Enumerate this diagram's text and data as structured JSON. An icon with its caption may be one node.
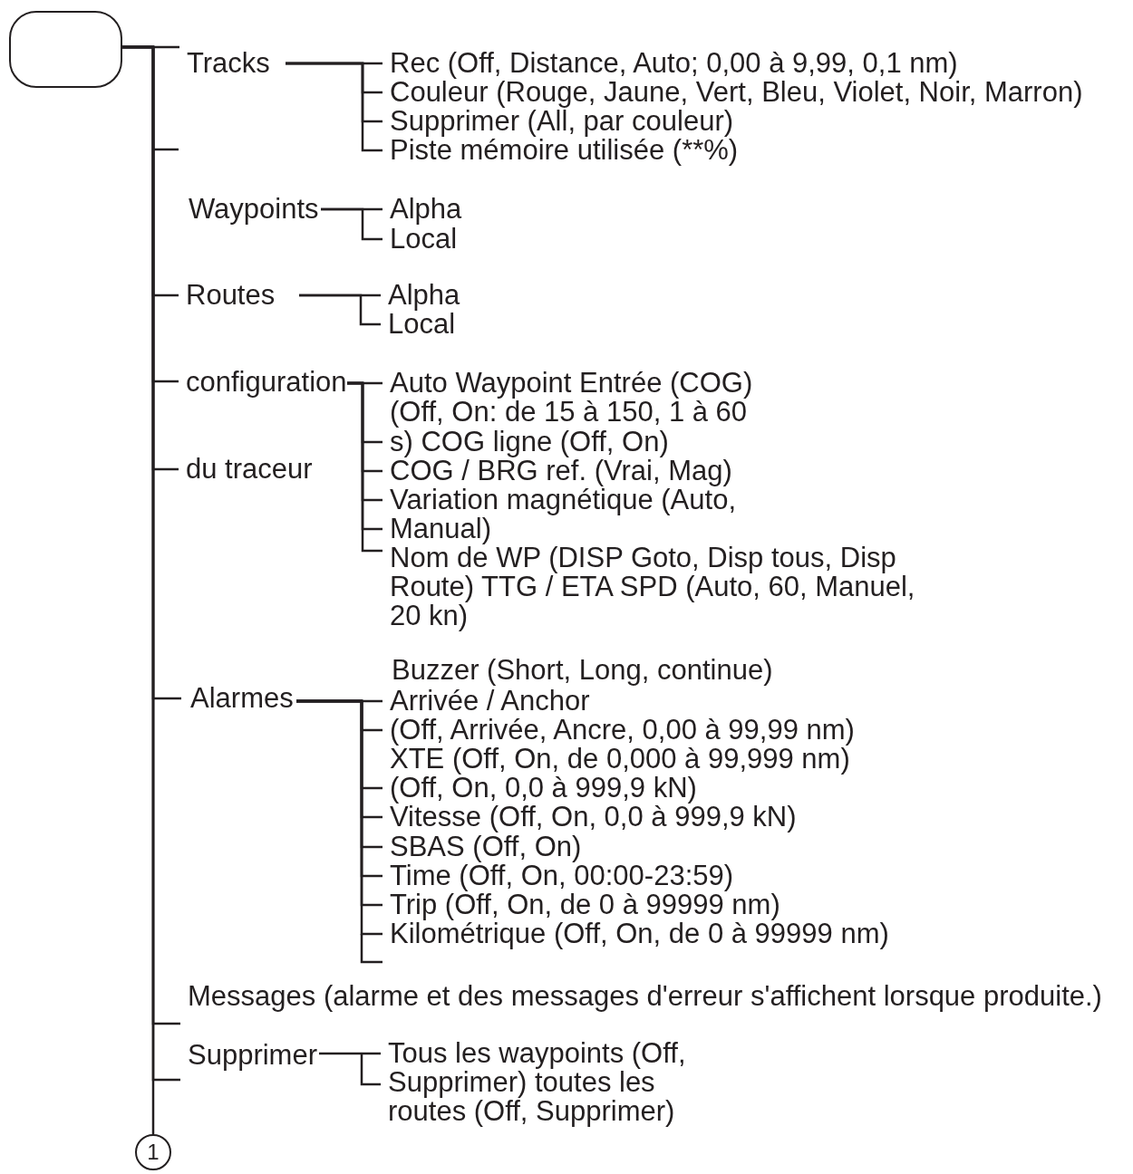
{
  "diagram": {
    "nodes": [
      {
        "text": [],
        "shape": "box"
      },
      {
        "text": [
          "Tracks"
        ]
      },
      {
        "text": [
          "Rec (Off, Distance, Auto; 0,00 à 9,99, 0,1 nm)"
        ]
      },
      {
        "text": [
          "Couleur (Rouge, Jaune, Vert, Bleu, Violet, Noir, Marron)"
        ]
      },
      {
        "text": [
          "Supprimer (All, par couleur)"
        ]
      },
      {
        "text": [
          "Piste mémoire utilisée (**%)"
        ]
      },
      {
        "text": [
          "Waypoints"
        ]
      },
      {
        "text": [
          "Alpha"
        ]
      },
      {
        "text": [
          "Local"
        ]
      },
      {
        "text": [
          "Routes"
        ]
      },
      {
        "text": [
          "Alpha"
        ]
      },
      {
        "text": [
          "Local"
        ]
      },
      {
        "text": [
          "configuration"
        ]
      },
      {
        "text": [
          "du traceur"
        ]
      },
      {
        "text": [
          "Auto Waypoint Entrée (COG) (Off, On: de 15 à 150, 1 à 60"
        ]
      },
      {
        "text": [
          "s) COG ligne (Off, On)"
        ]
      },
      {
        "text": [
          "COG / BRG ref. (Vrai, Mag)"
        ]
      },
      {
        "text": [
          "Variation magnétique (Auto,"
        ]
      },
      {
        "text": [
          "Manual)"
        ]
      },
      {
        "text": [
          "Nom de WP (DISP Goto, Disp tous, Disp Route) TTG / ETA SPD (Auto, 60, Manuel, 20 kn)"
        ]
      },
      {
        "text": [
          "Alarmes"
        ]
      },
      {
        "text": [
          "Arrivée / Anchor"
        ]
      },
      {
        "text": [
          "(Off, Arrivée, Ancre, 0,00 à 99,99 nm) XTE (Off, On, de 0,000 à 99,999 nm)"
        ]
      },
      {
        "text": [
          "(Off, On, 0,0 à 999,9 kN)"
        ]
      },
      {
        "text": [
          "Vitesse (Off, On, 0,0 à 999,9 kN)"
        ]
      },
      {
        "text": [
          "SBAS (Off, On)"
        ]
      },
      {
        "text": [
          "Time (Off, On, 00:00-23:59)"
        ]
      },
      {
        "text": [
          "Trip (Off, On, de 0 à 99999 nm)"
        ]
      },
      {
        "text": [
          "Kilométrique (Off, On, de 0 à 99999 nm)"
        ]
      },
      {
        "text": [
          "Messages (alarme et des messages d'erreur s'affichent lorsque produite.)"
        ]
      },
      {
        "text": [
          "Supprimer"
        ]
      },
      {
        "text": [
          "Tous les waypoints (Off, Supprimer) toutes les routes (Off, Supprimer)"
        ]
      },
      {
        "text": [
          "1"
        ]
      }
    ],
    "edges": [
      {
        "from": 0,
        "to": 1,
        "arrow": "none"
      },
      {
        "from": 0,
        "to": 9,
        "arrow": "none"
      },
      {
        "from": 0,
        "to": 12,
        "arrow": "none"
      },
      {
        "from": 0,
        "to": 13,
        "arrow": "none"
      },
      {
        "from": 0,
        "to": 20,
        "arrow": "none"
      },
      {
        "from": 0,
        "to": 29,
        "arrow": "none"
      },
      {
        "from": 0,
        "to": 30,
        "arrow": "none"
      },
      {
        "from": 0,
        "to": 32,
        "arrow": "none"
      },
      {
        "from": 1,
        "to": 2,
        "arrow": "none"
      },
      {
        "from": 1,
        "to": 3,
        "arrow": "none"
      },
      {
        "from": 1,
        "to": 4,
        "arrow": "none"
      },
      {
        "from": 1,
        "to": 5,
        "arrow": "none"
      },
      {
        "from": 6,
        "to": 7,
        "arrow": "none"
      },
      {
        "from": 6,
        "to": 8,
        "arrow": "none"
      },
      {
        "from": 9,
        "to": 10,
        "arrow": "none"
      },
      {
        "from": 9,
        "to": 11,
        "arrow": "none"
      },
      {
        "from": 12,
        "to": 14,
        "arrow": "none"
      },
      {
        "from": 12,
        "to": 15,
        "arrow": "none"
      },
      {
        "from": 12,
        "to": 16,
        "arrow": "none"
      },
      {
        "from": 12,
        "to": 17,
        "arrow": "none"
      },
      {
        "from": 12,
        "to": 18,
        "arrow": "none"
      },
      {
        "from": 12,
        "to": 19,
        "arrow": "none"
      },
      {
        "from": 20,
        "to": 21,
        "arrow": "none"
      },
      {
        "from": 20,
        "to": 22,
        "arrow": "none"
      },
      {
        "from": 20,
        "to": 23,
        "arrow": "none"
      },
      {
        "from": 20,
        "to": 24,
        "arrow": "none"
      },
      {
        "from": 20,
        "to": 25,
        "arrow": "none"
      },
      {
        "from": 20,
        "to": 26,
        "arrow": "none"
      },
      {
        "from": 20,
        "to": 27,
        "arrow": "none"
      },
      {
        "from": 20,
        "to": 28,
        "arrow": "none"
      },
      {
        "from": 30,
        "to": 31,
        "arrow": "none"
      }
    ],
    "labels": [
      "Buzzer (Short, Long, continue)"
    ]
  }
}
